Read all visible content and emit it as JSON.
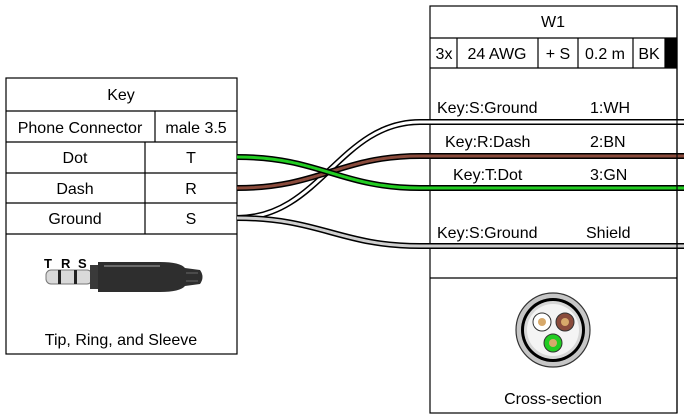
{
  "connector": {
    "title": "Key",
    "type_label": "Phone Connector",
    "type_value": "male 3.5",
    "pins": [
      {
        "signal": "Dot",
        "pin": "T"
      },
      {
        "signal": "Dash",
        "pin": "R"
      },
      {
        "signal": "Ground",
        "pin": "S"
      }
    ],
    "image_labels": [
      "T",
      "R",
      "S"
    ],
    "caption": "Tip, Ring, and Sleeve"
  },
  "cable": {
    "title": "W1",
    "specs": [
      "3x",
      "24 AWG",
      "+ S",
      "0.2 m",
      "BK"
    ],
    "spec_colors": {
      "jacket": "#000000"
    },
    "wires": [
      {
        "source": "Key:S:Ground",
        "label": "1:WH",
        "color": "#ffffff"
      },
      {
        "source": "Key:R:Dash",
        "label": "2:BN",
        "color": "#8a4b3c"
      },
      {
        "source": "Key:T:Dot",
        "label": "3:GN",
        "color": "#22cc22"
      }
    ],
    "shield": {
      "source": "Key:S:Ground",
      "label": "Shield",
      "color": "#cfcfcf"
    },
    "cross_section_caption": "Cross-section"
  }
}
